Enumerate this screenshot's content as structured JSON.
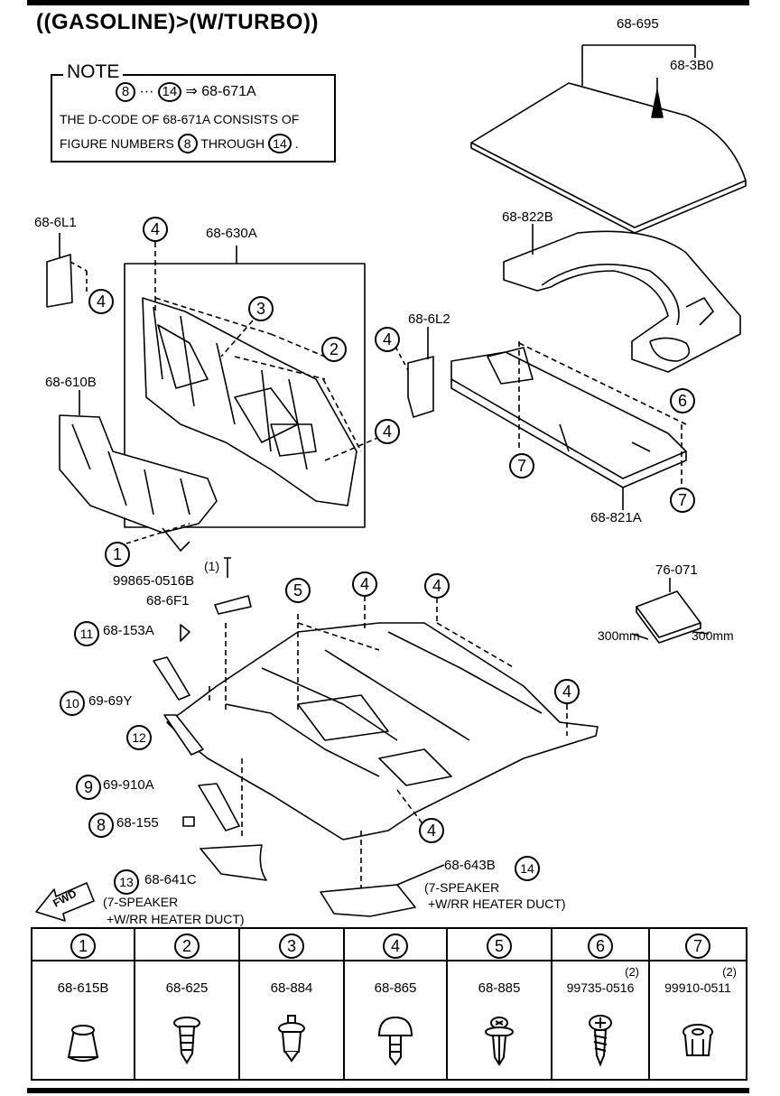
{
  "title": "((GASOLINE)>(W/TURBO))",
  "note": {
    "label": "NOTE",
    "line1_from": "8",
    "line1_dots": "···",
    "line1_to": "14",
    "line1_arrow": "⇒",
    "line1_part": "68-671A",
    "line2": "THE D-CODE OF 68-671A  CONSISTS OF",
    "line3_pre": "FIGURE NUMBERS",
    "line3_from": "8",
    "line3_mid": "THROUGH",
    "line3_to": "14",
    "line3_end": "."
  },
  "labels": {
    "p68_695": "68-695",
    "p68_3b0": "68-3B0",
    "p68_822b": "68-822B",
    "p68_6l1": "68-6L1",
    "p68_630a": "68-630A",
    "p68_6l2": "68-6L2",
    "p68_610b": "68-610B",
    "p68_821a": "68-821A",
    "p99865_qty": "(1)",
    "p99865": "99865-0516B",
    "p68_6f1": "68-6F1",
    "p76_071": "76-071",
    "dim_left": "300mm",
    "dim_right": "300mm",
    "p68_153a": "68-153A",
    "p69_69y": "69-69Y",
    "p69_910a": "69-910A",
    "p68_155": "68-155",
    "p68_641c": "68-641C",
    "note_641c_1": "(7-SPEAKER",
    "note_641c_2": "+W/RR HEATER DUCT)",
    "p68_643b": "68-643B",
    "note_643b_1": "(7-SPEAKER",
    "note_643b_2": "+W/RR HEATER DUCT)",
    "fwd": "FWD"
  },
  "callouts": {
    "c1": "1",
    "c2": "2",
    "c3": "3",
    "c4": "4",
    "c5": "5",
    "c6": "6",
    "c7": "7",
    "c8": "8",
    "c9": "9",
    "c10": "10",
    "c11": "11",
    "c12": "12",
    "c13": "13",
    "c14": "14"
  },
  "table": [
    {
      "num": "1",
      "part": "68-615B",
      "qty": "",
      "icon": "push-clip-icon"
    },
    {
      "num": "2",
      "part": "68-625",
      "qty": "",
      "icon": "fir-tree-clip-icon"
    },
    {
      "num": "3",
      "part": "68-884",
      "qty": "",
      "icon": "push-rivet-icon"
    },
    {
      "num": "4",
      "part": "68-865",
      "qty": "",
      "icon": "mushroom-clip-icon"
    },
    {
      "num": "5",
      "part": "68-885",
      "qty": "",
      "icon": "screw-rivet-icon"
    },
    {
      "num": "6",
      "part": "99735-0516",
      "qty": "(2)",
      "icon": "tapping-screw-icon"
    },
    {
      "num": "7",
      "part": "99910-0511",
      "qty": "(2)",
      "icon": "grommet-nut-icon"
    }
  ]
}
